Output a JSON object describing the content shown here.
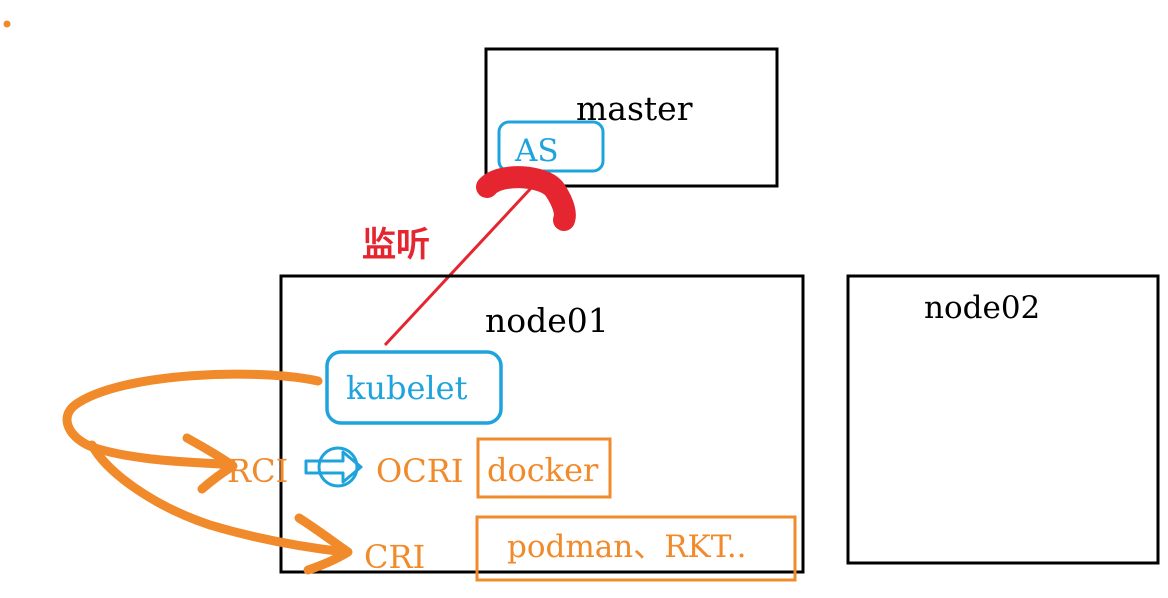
{
  "diagram": {
    "labels": {
      "master": "master",
      "as": "AS",
      "listen": "监听",
      "node01": "node01",
      "node02": "node02",
      "kubelet": "kubelet",
      "rci": "RCI",
      "ocri": "OCRI",
      "docker": "docker",
      "cri": "CRI",
      "podman": "podman、RKT.."
    },
    "colors": {
      "box_border": "#000000",
      "blue": "#1fa3dc",
      "orange": "#f08a2a",
      "red": "#e5252f",
      "text": "#000000"
    }
  }
}
